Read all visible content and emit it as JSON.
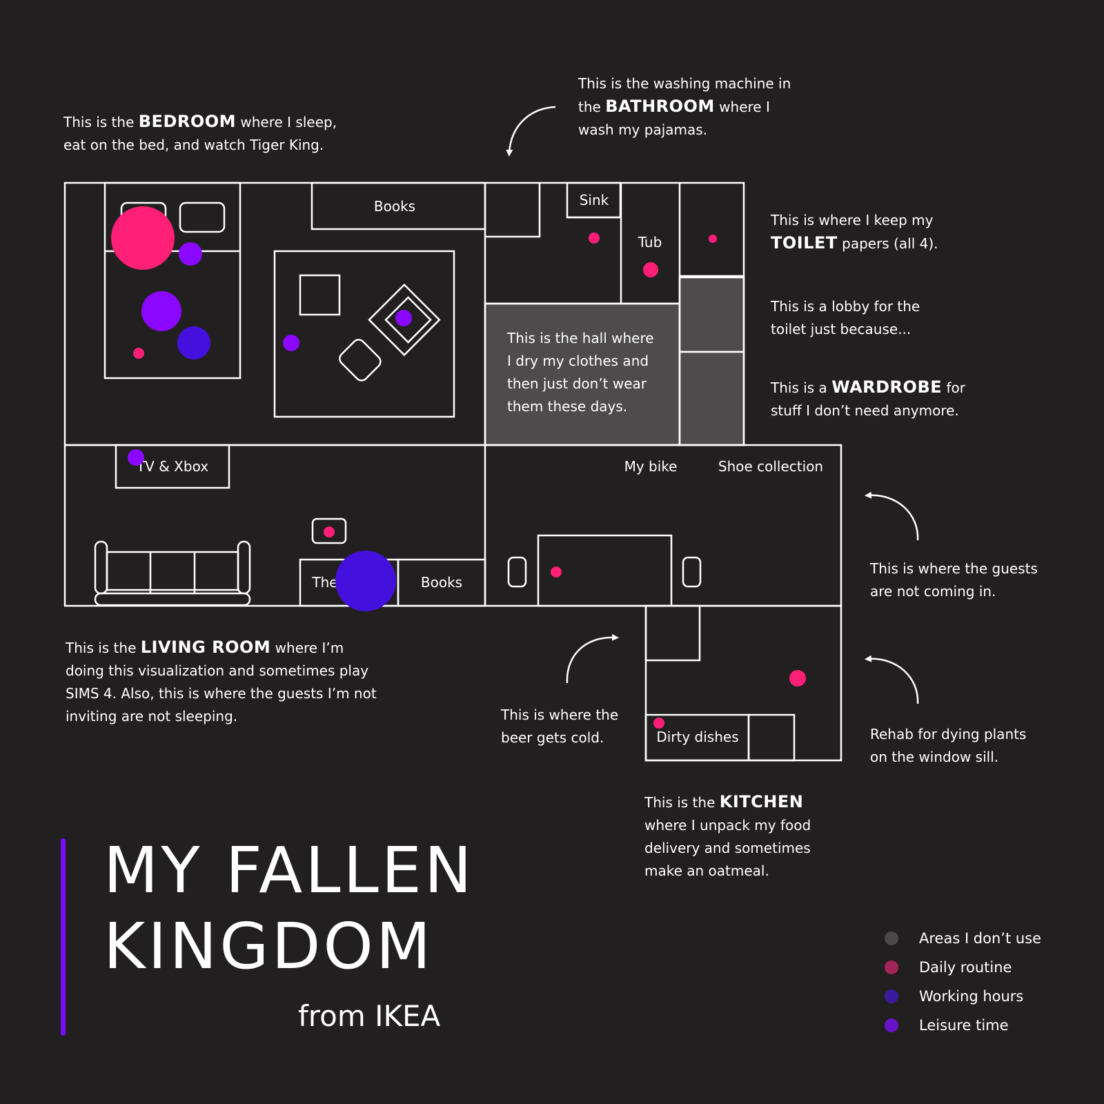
{
  "annotations": {
    "bedroom": {
      "l1_pre": "This is the ",
      "l1_bold": "BEDROOM",
      "l1_post": " where I sleep,",
      "l2": "eat on the bed, and watch Tiger King."
    },
    "bathroom": {
      "l1": "This is the washing machine in",
      "l2_pre": "the ",
      "l2_bold": "BATHROOM",
      "l2_post": " where I",
      "l3": "wash my pajamas."
    },
    "toilet": {
      "l1": "This is where I keep my",
      "l2_bold": "TOILET",
      "l2_post": " papers (all 4)."
    },
    "lobby": {
      "l1": "This is a lobby for the",
      "l2": "toilet just because..."
    },
    "wardrobe": {
      "l1_pre": "This is a ",
      "l1_bold": "WARDROBE",
      "l1_post": " for",
      "l2": "stuff I don’t need anymore."
    },
    "hall": {
      "l1": "This is the hall where",
      "l2": "I dry my clothes and",
      "l3": "then just don’t wear",
      "l4": "them these days."
    },
    "guests": {
      "l1": "This is where the guests",
      "l2": "are not coming in."
    },
    "living": {
      "l1_pre": "This is the ",
      "l1_bold": "LIVING ROOM",
      "l1_post": " where I’m",
      "l2": "doing this visualization and sometimes play",
      "l3": "SIMS 4. Also, this is where the guests I’m not",
      "l4": "inviting are not sleeping."
    },
    "beer": {
      "l1": "This is where the",
      "l2": "beer gets cold."
    },
    "plants": {
      "l1": "Rehab for dying plants",
      "l2": "on the window sill."
    },
    "kitchen": {
      "l1_pre": "This is the ",
      "l1_bold": "KITCHEN",
      "l2": "where I unpack my food",
      "l3": "delivery and sometimes",
      "l4": "make an oatmeal."
    }
  },
  "plan_labels": {
    "books_top": "Books",
    "sink": "Sink",
    "tub": "Tub",
    "tv": "TV & Xbox",
    "the": "The",
    "books_bottom": "Books",
    "bike": "My bike",
    "shoes": "Shoe collection",
    "dishes": "Dirty dishes"
  },
  "title": {
    "line1": "MY FALLEN",
    "line2": "KINGDOM",
    "subtitle": "from IKEA"
  },
  "legend": [
    {
      "label": "Areas I don’t use",
      "color": "#4a4849"
    },
    {
      "label": "Daily routine",
      "color": "#a3245a"
    },
    {
      "label": "Working hours",
      "color": "#3a1a9c"
    },
    {
      "label": "Leisure time",
      "color": "#6a12c8"
    }
  ],
  "colors": {
    "daily": "#ff1f76",
    "working": "#4410dd",
    "leisure": "#8a08ff",
    "unused": "#4d4b4c",
    "line": "#ffffff",
    "background": "#221f20",
    "title_bar": "#7a0cff"
  }
}
